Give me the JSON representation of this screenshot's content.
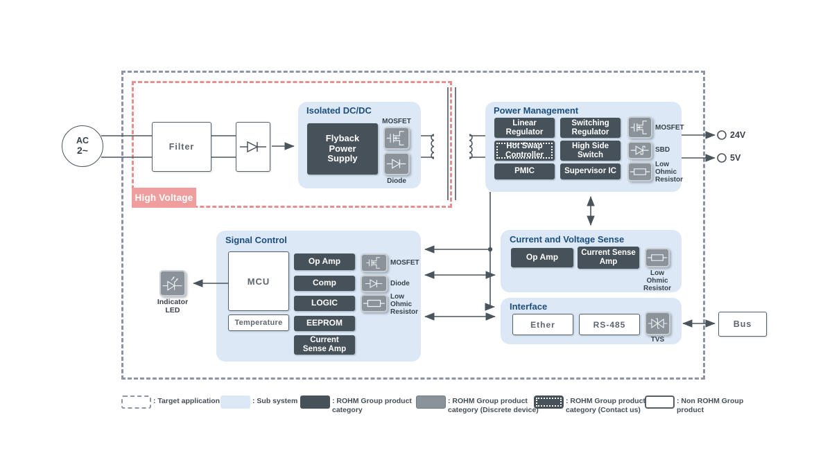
{
  "colors": {
    "subsystem_fill": "#dce8f6",
    "product_dark": "#47515a",
    "product_gray": "#8a939a",
    "high_voltage_fill": "#ef9d9d",
    "title_navy": "#1c4e7d",
    "wire": "#4a545c",
    "outer_dash": "#8d93a8",
    "hv_dash": "#e59090"
  },
  "ac_source": {
    "line1": "AC",
    "line2": "2~"
  },
  "high_voltage": {
    "label": "High Voltage"
  },
  "filter": {
    "label": "Filter"
  },
  "isolated_dcdc": {
    "title": "Isolated DC/DC",
    "flyback": "Flyback\nPower\nSupply",
    "mosfet_label": "MOSFET",
    "diode_label": "Diode"
  },
  "power_management": {
    "title": "Power Management",
    "linear_regulator": "Linear\nRegulator",
    "switching_regulator": "Switching\nRegulator",
    "hot_swap_controller": "Hot Swap\nController",
    "high_side_switch": "High Side\nSwitch",
    "pmic": "PMIC",
    "supervisor_ic": "Supervisor IC",
    "mosfet_label": "MOSFET",
    "sbd_label": "SBD",
    "low_ohmic_label": "Low\nOhmic\nResistor"
  },
  "outputs": {
    "v24": "24V",
    "v5": "5V"
  },
  "signal_control": {
    "title": "Signal Control",
    "mcu": "MCU",
    "temperature": "Temperature",
    "op_amp": "Op Amp",
    "comp": "Comp",
    "logic": "LOGIC",
    "eeprom": "EEPROM",
    "current_sense_amp": "Current\nSense Amp",
    "mosfet_label": "MOSFET",
    "diode_label": "Diode",
    "low_ohmic_label": "Low\nOhmic\nResistor"
  },
  "indicator_led": {
    "label": "Indicator\nLED"
  },
  "current_voltage_sense": {
    "title": "Current and Voltage Sense",
    "op_amp": "Op Amp",
    "current_sense_amp": "Current Sense\nAmp",
    "low_ohmic_label": "Low\nOhmic\nResistor"
  },
  "interface": {
    "title": "Interface",
    "ether": "Ether",
    "rs485": "RS-485",
    "tvs_label": "TVS"
  },
  "bus": {
    "label": "Bus"
  },
  "legend": {
    "items": [
      {
        "swatch": "target-application",
        "label": ": Target application"
      },
      {
        "swatch": "sub-system",
        "label": ": Sub system"
      },
      {
        "swatch": "rohm-dark",
        "label": ": ROHM Group product\ncategory"
      },
      {
        "swatch": "rohm-gray",
        "label": ": ROHM Group product\ncategory (Discrete device)"
      },
      {
        "swatch": "rohm-dotted",
        "label": ": ROHM Group product\ncategory (Contact us)"
      },
      {
        "swatch": "non-rohm",
        "label": ": Non ROHM Group\nproduct"
      }
    ]
  }
}
